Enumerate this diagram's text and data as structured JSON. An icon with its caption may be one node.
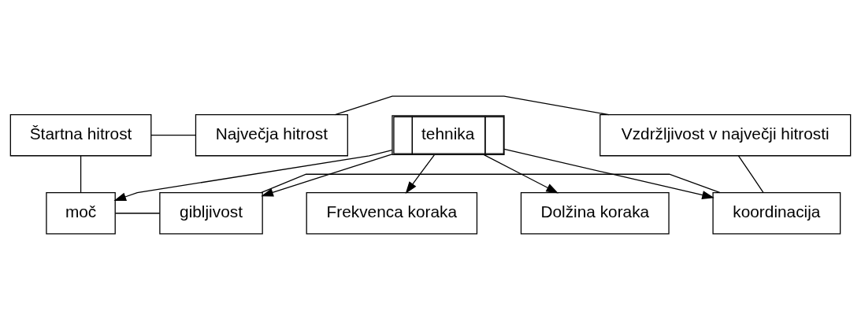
{
  "diagram": {
    "nodes": [
      {
        "text": [
          "Štartna hitrost"
        ]
      },
      {
        "text": [
          "Največja hitrost"
        ]
      },
      {
        "text": [
          "Vzdržljivost v največji hitrosti"
        ]
      },
      {
        "text": [
          "moč"
        ]
      },
      {
        "text": [
          "gibljivost"
        ]
      },
      {
        "text": [
          "koordinacija"
        ]
      },
      {
        "text": [
          "tehnika"
        ]
      },
      {
        "text": [
          "Dolžina koraka"
        ]
      },
      {
        "text": [
          "Frekvenca koraka"
        ]
      }
    ],
    "edges": [
      {
        "from": 0,
        "to": 1,
        "arrow": "none"
      },
      {
        "from": 1,
        "to": 2,
        "arrow": "none"
      },
      {
        "from": 0,
        "to": 3,
        "arrow": "none"
      },
      {
        "from": 3,
        "to": 4,
        "arrow": "none"
      },
      {
        "from": 4,
        "to": 5,
        "arrow": "none"
      },
      {
        "from": 2,
        "to": 5,
        "arrow": "none"
      },
      {
        "from": 6,
        "to": 3,
        "arrow": "to"
      },
      {
        "from": 6,
        "to": 4,
        "arrow": "to"
      },
      {
        "from": 6,
        "to": 5,
        "arrow": "to"
      },
      {
        "from": 6,
        "to": 7,
        "arrow": "to"
      },
      {
        "from": 6,
        "to": 8,
        "arrow": "to"
      }
    ]
  }
}
